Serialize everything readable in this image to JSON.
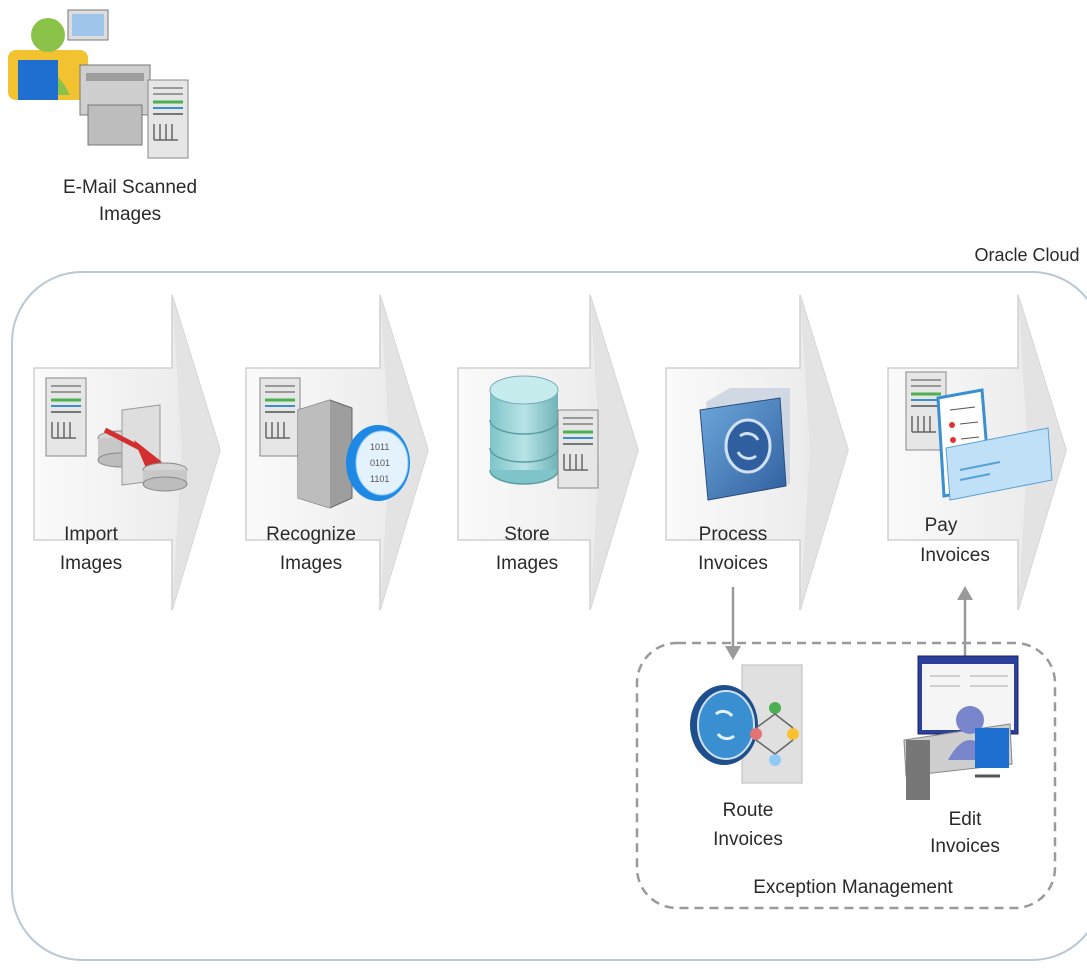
{
  "source": {
    "label_line1": "E-Mail Scanned",
    "label_line2": "Images"
  },
  "cloud": {
    "label": "Oracle Cloud"
  },
  "steps": [
    {
      "line1": "Import",
      "line2": "Images",
      "icon": "import-images-icon"
    },
    {
      "line1": "Recognize",
      "line2": "Images",
      "icon": "recognize-images-icon"
    },
    {
      "line1": "Store",
      "line2": "Images",
      "icon": "database-icon"
    },
    {
      "line1": "Process",
      "line2": "Invoices",
      "icon": "folder-process-icon"
    },
    {
      "line1": "Pay",
      "line2": "Invoices",
      "icon": "pay-invoices-icon"
    }
  ],
  "exception": {
    "label": "Exception Management",
    "route": {
      "line1": "Route",
      "line2": "Invoices",
      "icon": "route-workflow-icon"
    },
    "edit": {
      "line1": "Edit",
      "line2": "Invoices",
      "icon": "desktop-user-icon"
    }
  },
  "colors": {
    "arrow_fill": "#f0f0f0",
    "arrow_edge": "#d4d4d4",
    "container_border": "#b9c7d6",
    "dashed_border": "#9a9a9a",
    "connector": "#9a9a9a",
    "accent_blue": "#3a8fd0",
    "accent_red": "#d33",
    "accent_teal": "#9fd6da"
  }
}
